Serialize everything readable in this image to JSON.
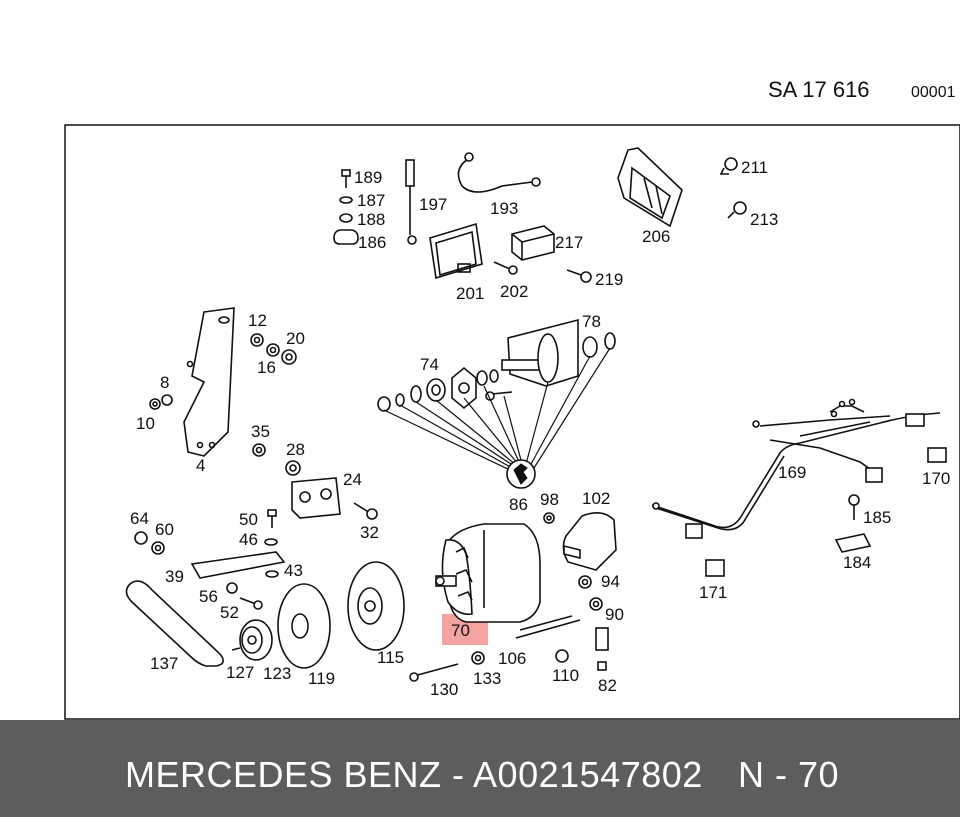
{
  "header": {
    "drawing_ref": "SA  17 616",
    "sheet_no": "00001"
  },
  "highlight": {
    "label": "70",
    "color": "#f4a3a3"
  },
  "callouts": {
    "c189": "189",
    "c187": "187",
    "c188": "188",
    "c186": "186",
    "c197": "197",
    "c193": "193",
    "c201": "201",
    "c202": "202",
    "c217": "217",
    "c219": "219",
    "c206": "206",
    "c211": "211",
    "c213": "213",
    "c12": "12",
    "c20": "20",
    "c16": "16",
    "c8": "8",
    "c10": "10",
    "c4": "4",
    "c74": "74",
    "c78": "78",
    "c35": "35",
    "c28": "28",
    "c24": "24",
    "c86": "86",
    "c98": "98",
    "c102": "102",
    "c169": "169",
    "c170": "170",
    "c64": "64",
    "c60": "60",
    "c50": "50",
    "c46": "46",
    "c32": "32",
    "c185": "185",
    "c184": "184",
    "c171": "171",
    "c39": "39",
    "c43": "43",
    "c56": "56",
    "c52": "52",
    "c94": "94",
    "c90": "90",
    "c137": "137",
    "c127": "127",
    "c123": "123",
    "c119": "119",
    "c115": "115",
    "c106": "106",
    "c110": "110",
    "c82": "82",
    "c130": "130",
    "c133": "133"
  },
  "footer": {
    "brand": "MERCEDES BENZ - A0021547802",
    "position": "N - 70",
    "background": "#5d5d5d"
  }
}
